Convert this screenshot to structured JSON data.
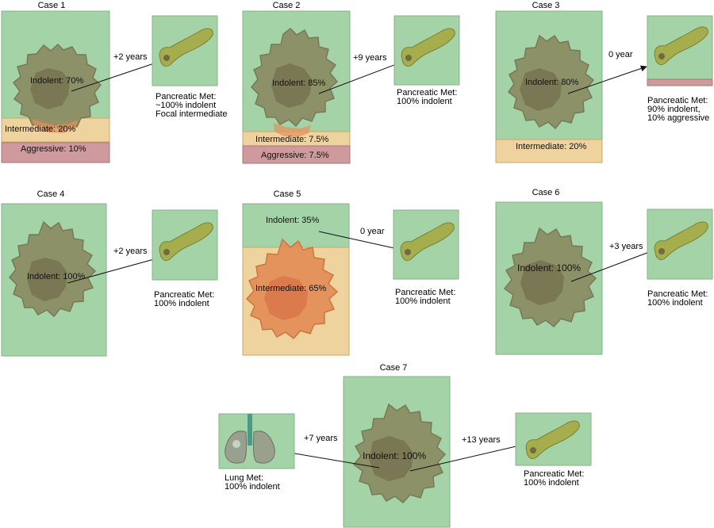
{
  "colors": {
    "indolent": "#a3d3a6",
    "indolent_stroke": "#88b08a",
    "intermediate": "#efd39e",
    "aggressive": "#cf9a9c",
    "tumor": "#8a8a62",
    "tumor_core": "#75704f",
    "tumor_edge": "#6f7150",
    "tumor_orange": "#e5905a",
    "tumor_orange_core": "#d9784a",
    "pancreas": "#a6ad4d",
    "arrow": "#111111"
  },
  "cases": [
    {
      "title": "Case 1",
      "primary": [
        "Indolent: 70%",
        "Intermediate: 20%",
        "Aggressive: 10%"
      ],
      "interval": "+2 years",
      "met": [
        "Pancreatic Met:",
        "~100% indolent",
        "Focal intermediate"
      ]
    },
    {
      "title": "Case 2",
      "primary": [
        "Indolent: 85%",
        "Intermediate: 7.5%",
        "Aggressive: 7.5%"
      ],
      "interval": "+9 years",
      "met": [
        "Pancreatic Met:",
        "100% indolent"
      ]
    },
    {
      "title": "Case 3",
      "primary": [
        "Indolent: 80%",
        "Intermediate: 20%"
      ],
      "interval": "0 year",
      "met": [
        "Pancreatic Met:",
        "90% indolent,",
        "10% aggressive"
      ]
    },
    {
      "title": "Case 4",
      "primary": [
        "Indolent: 100%"
      ],
      "interval": "+2 years",
      "met": [
        "Pancreatic Met:",
        "100% indolent"
      ]
    },
    {
      "title": "Case 5",
      "primary": [
        "Indolent: 35%",
        "Intermediate: 65%"
      ],
      "interval": "0 year",
      "met": [
        "Pancreatic Met:",
        "100% indolent"
      ]
    },
    {
      "title": "Case 6",
      "primary": [
        "Indolent: 100%"
      ],
      "interval": "+3 years",
      "met": [
        "Pancreatic Met:",
        "100% indolent"
      ]
    },
    {
      "title": "Case 7",
      "primary": [
        "Indolent: 100%"
      ],
      "interval_lung": "+7 years",
      "lung_met": [
        "Lung Met:",
        "100% indolent"
      ],
      "interval": "+13 years",
      "met": [
        "Pancreatic Met:",
        "100% indolent"
      ]
    }
  ]
}
